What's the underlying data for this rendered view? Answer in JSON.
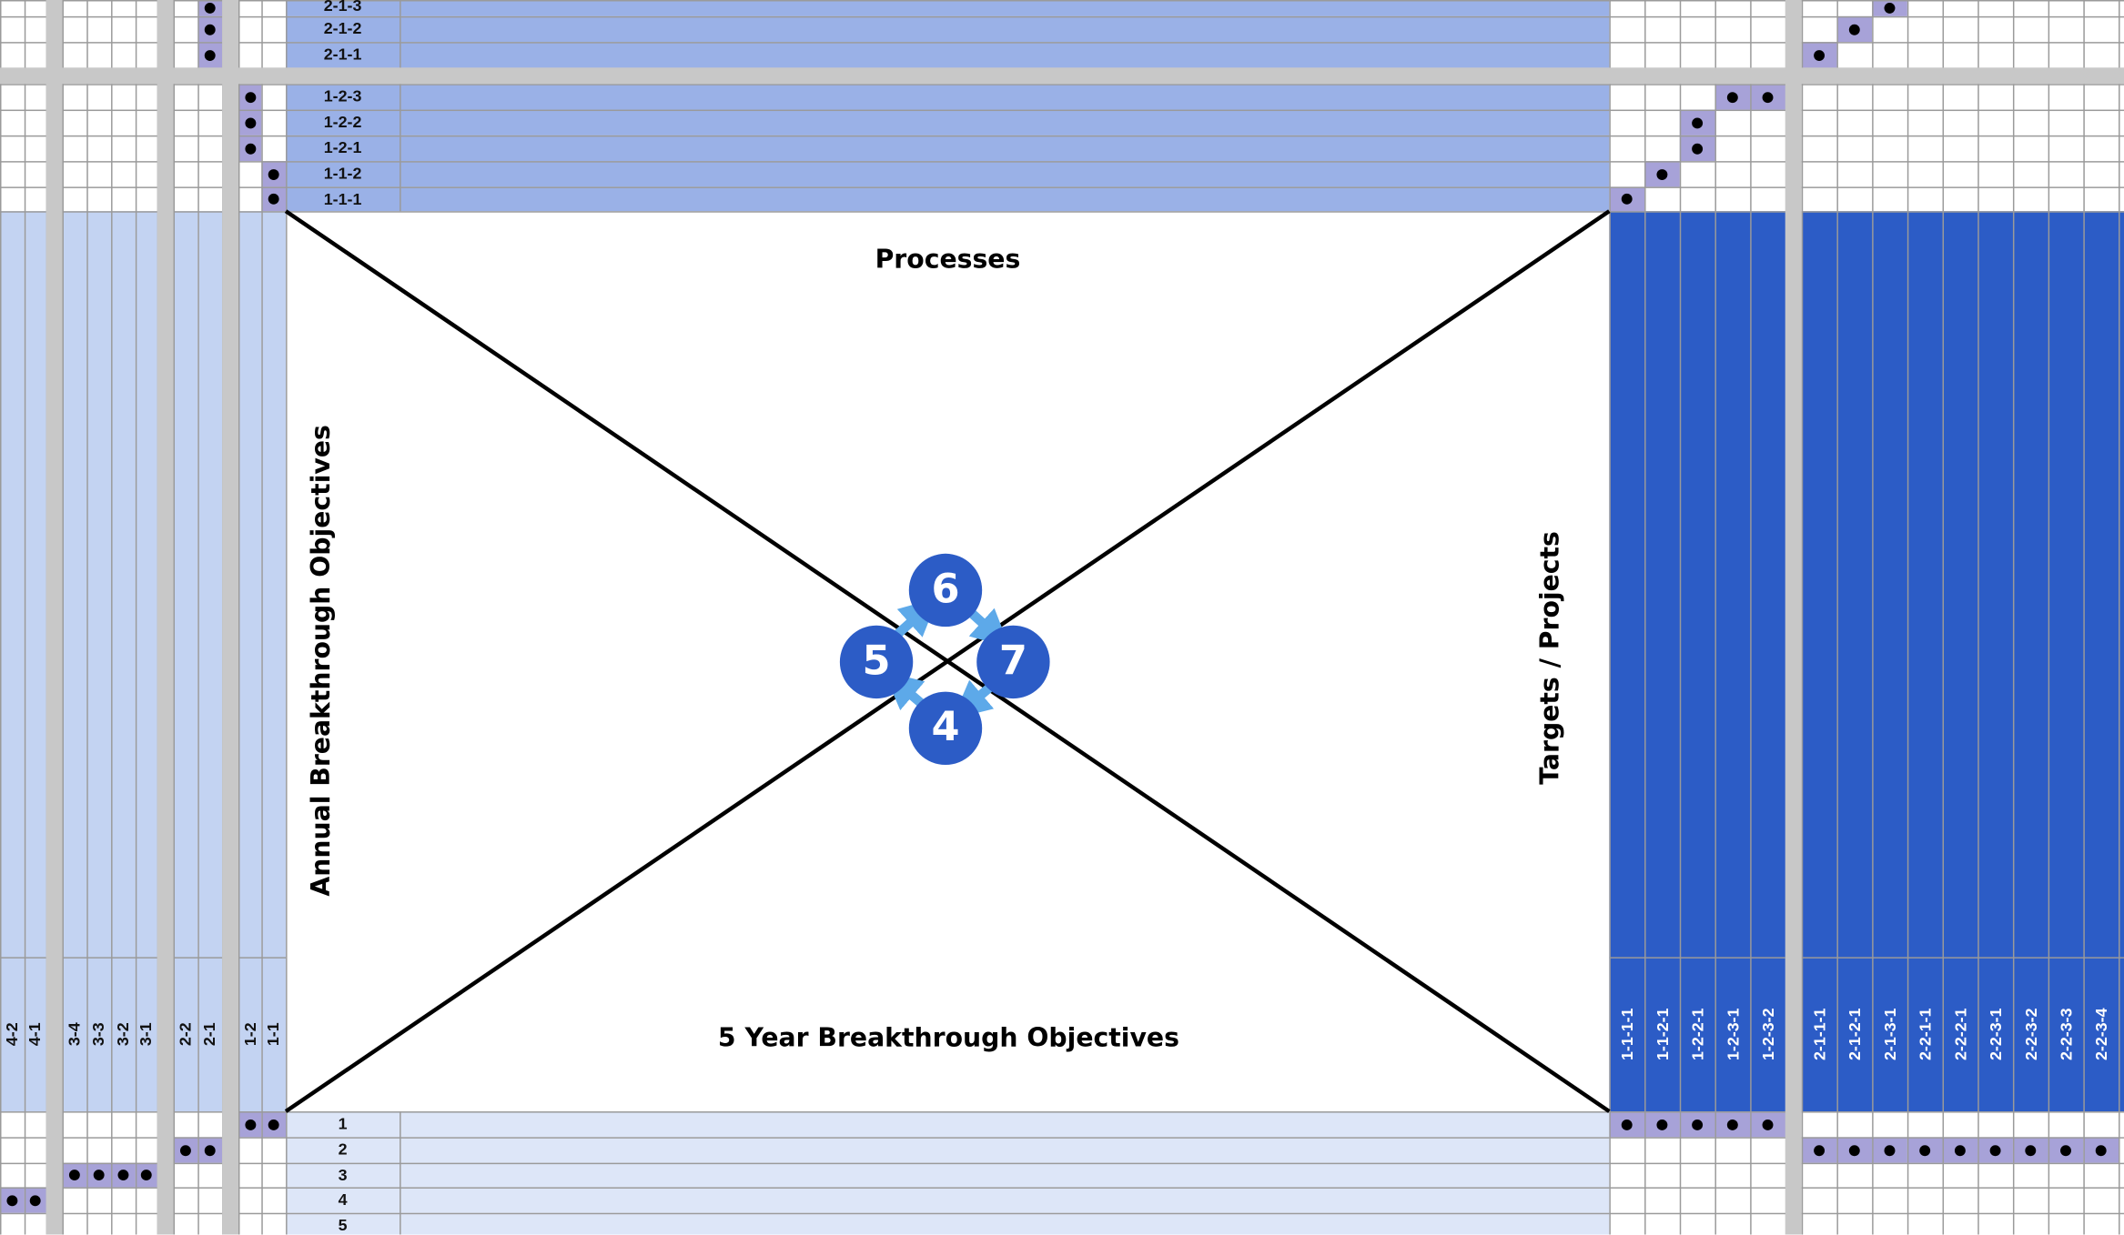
{
  "colors": {
    "row_band": "#9ab1e7",
    "row_band_light": "#dde6f8",
    "column_light": "#c3d3f2",
    "column_dark": "#2c5cc6",
    "dot_cell": "#a7a2d8",
    "cycle_circle": "#2c5cc6",
    "cycle_arrow": "#5da9e9"
  },
  "matrix": {
    "title_top": "Processes",
    "title_bottom": "5 Year Breakthrough Objectives",
    "title_left": "Annual Breakthrough Objectives",
    "title_right": "Targets / Projects"
  },
  "cycle": {
    "top": "6",
    "right": "7",
    "bottom": "4",
    "left": "5"
  },
  "process_rows": [
    {
      "label": "2-1-3"
    },
    {
      "label": "2-1-2"
    },
    {
      "label": "2-1-1"
    },
    {
      "label": "1-2-3"
    },
    {
      "label": "1-2-2"
    },
    {
      "label": "1-2-1"
    },
    {
      "label": "1-1-2"
    },
    {
      "label": "1-1-1"
    }
  ],
  "objective_rows": [
    {
      "label": "1"
    },
    {
      "label": "2"
    },
    {
      "label": "3"
    },
    {
      "label": "4"
    },
    {
      "label": "5"
    }
  ],
  "annual_columns": [
    "4-2",
    "4-1",
    "3-4",
    "3-3",
    "3-2",
    "3-1",
    "2-2",
    "2-1",
    "1-2",
    "1-1"
  ],
  "target_columns": [
    "1-1-1-1",
    "1-1-2-1",
    "1-2-2-1",
    "1-2-3-1",
    "1-2-3-2"
  ],
  "project_columns": [
    "2-1-1-1",
    "2-1-2-1",
    "2-1-3-1",
    "2-2-1-1",
    "2-2-2-1",
    "2-2-3-1",
    "2-2-3-2",
    "2-2-3-3",
    "2-2-3-4"
  ]
}
